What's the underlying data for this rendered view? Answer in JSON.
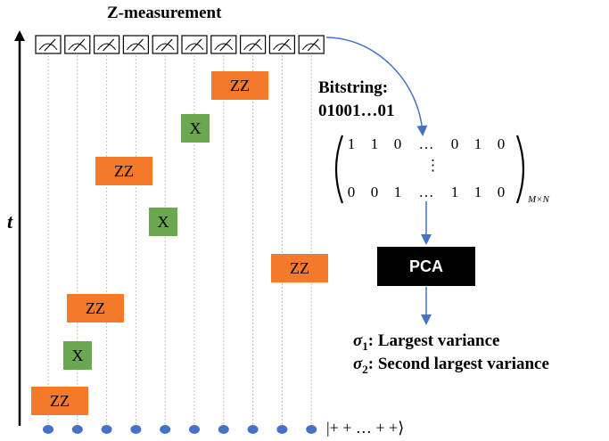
{
  "title": "Z-measurement",
  "time_axis_label": "t",
  "bitstring_label": "Bitstring:",
  "bitstring_value": "01001…01",
  "matrix": {
    "top_row": [
      "1",
      "1",
      "0",
      "…",
      "0",
      "1",
      "0"
    ],
    "middle": "⋮",
    "bottom_row": [
      "0",
      "0",
      "1",
      "…",
      "1",
      "1",
      "0"
    ],
    "size_label": "M×N"
  },
  "pca_label": "PCA",
  "initial_state": "|+ + … + +⟩",
  "sigma1": {
    "symbol": "σ",
    "index": "1",
    "text": ": Largest variance"
  },
  "sigma2": {
    "symbol": "σ",
    "index": "2",
    "text": ": Second largest variance"
  },
  "gates": [
    {
      "label": "ZZ",
      "kind": "zz"
    },
    {
      "label": "X",
      "kind": "x"
    },
    {
      "label": "ZZ",
      "kind": "zz"
    },
    {
      "label": "X",
      "kind": "x"
    },
    {
      "label": "ZZ",
      "kind": "zz"
    },
    {
      "label": "ZZ",
      "kind": "zz"
    },
    {
      "label": "X",
      "kind": "x"
    },
    {
      "label": "ZZ",
      "kind": "zz"
    }
  ],
  "qubit_count": 10,
  "colors": {
    "zz_gate": "#f4792b",
    "x_gate": "#6aa84f",
    "qubit": "#4472c4",
    "arrow": "#4472c4",
    "pca_box": "#000000"
  }
}
